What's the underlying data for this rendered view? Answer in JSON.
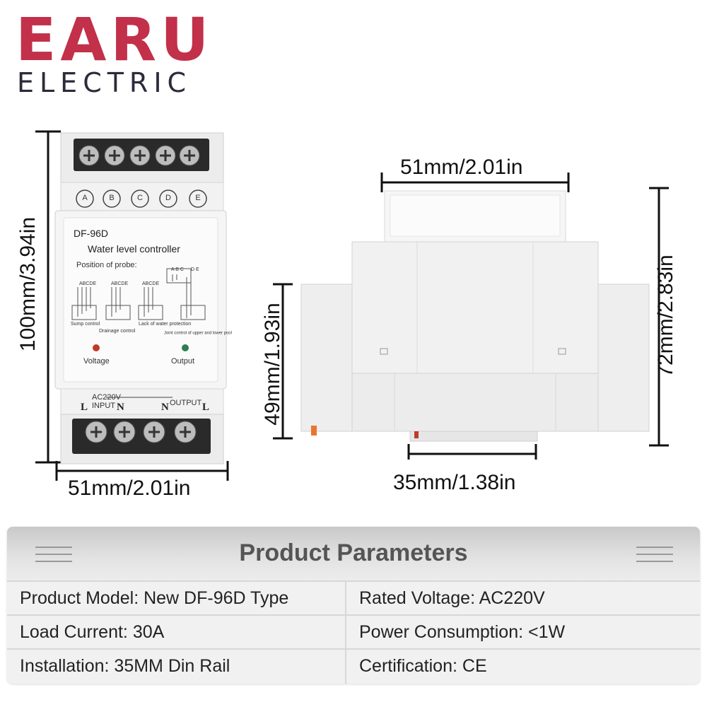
{
  "brand": {
    "name": "EARU",
    "subtitle": "ELECTRIC"
  },
  "device": {
    "terminals_top": [
      "A",
      "B",
      "C",
      "D",
      "E"
    ],
    "model": "DF-96D",
    "name": "Water level controller",
    "probe_label": "Position of probe:",
    "probe_letters": "ABCDE",
    "probe_letters_split": [
      "A B C",
      "D E"
    ],
    "diagram_labels": [
      "Sump control",
      "Drainage control",
      "Lack of water protection",
      "Joint control of upper and lower pool"
    ],
    "indicator_voltage": "Voltage",
    "indicator_output": "Output",
    "input_label": "AC220V INPUT",
    "output_label": "OUTPUT",
    "bottom_terminals": [
      "L",
      "N",
      "N",
      "L"
    ],
    "colors": {
      "voltage_led": "#c0392b",
      "output_led": "#2e7d4f",
      "brand": "#c2304a"
    }
  },
  "dimensions": {
    "front_height": "100mm/3.94in",
    "front_width": "51mm/2.01in",
    "side_top_width": "51mm/2.01in",
    "side_height": "72mm/2.83in",
    "side_mid_height": "49mm/1.93in",
    "side_rail_width": "35mm/1.38in"
  },
  "parameters": {
    "title": "Product Parameters",
    "rows": [
      [
        "Product Model: New DF-96D Type",
        "Rated Voltage: AC220V"
      ],
      [
        "Load Current: 30A",
        "Power Consumption: <1W"
      ],
      [
        "Installation: 35MM Din Rail",
        "Certification: CE"
      ]
    ]
  }
}
